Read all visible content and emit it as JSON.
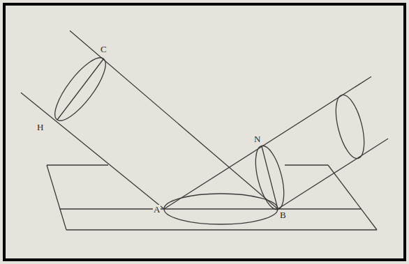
{
  "diagram": {
    "labels": [
      "C",
      "H",
      "N",
      "A",
      "B"
    ]
  }
}
